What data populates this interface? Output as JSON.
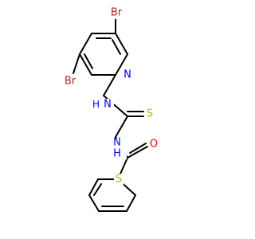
{
  "molecule": {
    "atoms": {
      "br1": "Br",
      "br2": "Br",
      "n_ring": "N",
      "nh1_n": "N",
      "nh1_h": "H",
      "s_thio": "S",
      "n2": "N",
      "h2": "H",
      "o": "O",
      "s_ring": "S"
    },
    "colors": {
      "bond": "#000000",
      "bromine": "#a52a2a",
      "nitrogen": "#0000ff",
      "sulfur": "#b8b800",
      "oxygen": "#ff0000"
    }
  }
}
